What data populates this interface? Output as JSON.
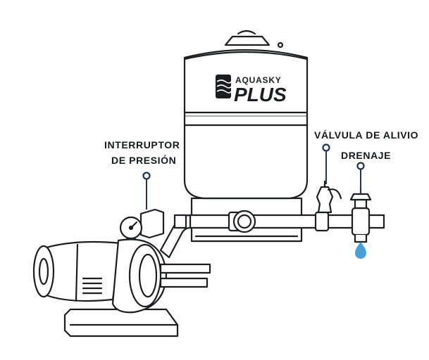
{
  "brand": {
    "name": "AQUASKY",
    "product": "PLUS"
  },
  "labels": {
    "pressure_switch_line1": "INTERRUPTOR",
    "pressure_switch_line2": "DE PRESIÓN",
    "relief_valve": "VÁLVULA DE ALIVIO",
    "drain": "DRENAJE"
  },
  "colors": {
    "outline": "#1b1d21",
    "fill": "#ffffff",
    "shade": "#e9e9e9",
    "marker": "#1f3550",
    "water_drop": "#4a9fd8"
  },
  "icons": {
    "marker": "pin-marker-icon",
    "drop": "water-drop-icon"
  }
}
